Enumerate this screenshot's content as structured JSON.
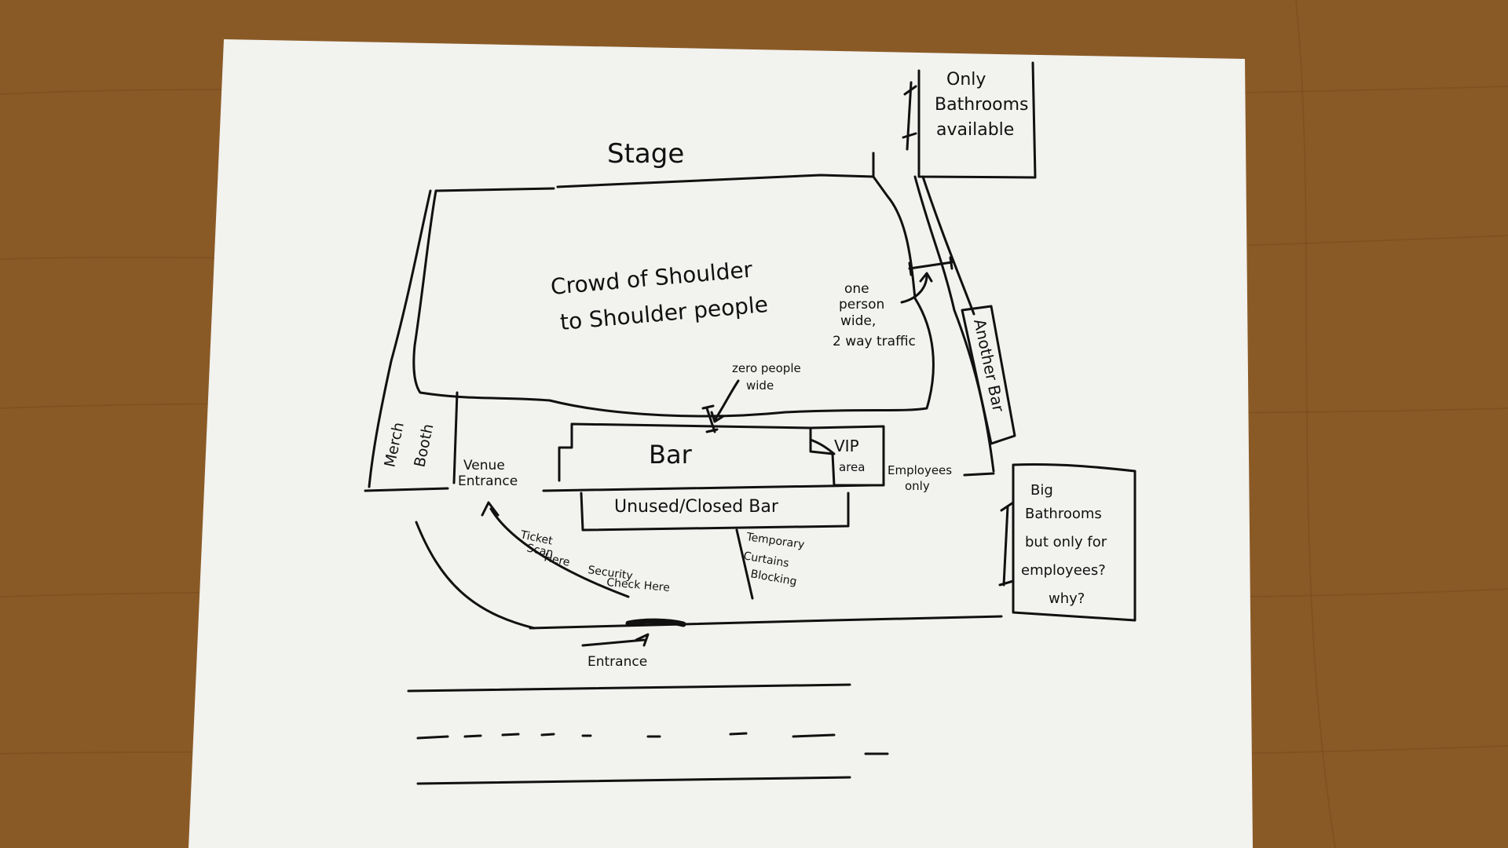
{
  "colors": {
    "table": "#8a5a26",
    "paper": "#f2f2ef",
    "ink": "#111111"
  },
  "labels": {
    "stage": "Stage",
    "only_bathrooms_1": "Only",
    "only_bathrooms_2": "Bathrooms",
    "only_bathrooms_3": "available",
    "crowd_1": "Crowd of Shoulder",
    "crowd_2": "to Shoulder people",
    "one_person_1": "one",
    "one_person_2": "person",
    "one_person_3": "wide,",
    "one_person_4": "2 way traffic",
    "another_bar": "Another Bar",
    "zero_people_1": "zero people",
    "zero_people_2": "wide",
    "merch_1": "Merch",
    "merch_2": "Booth",
    "bar": "Bar",
    "vip_1": "VIP",
    "vip_2": "area",
    "venue_entrance_1": "Venue",
    "venue_entrance_2": "Entrance",
    "employees_only_1": "Employees",
    "employees_only_2": "only",
    "unused_bar": "Unused/Closed Bar",
    "big_bath_1": "Big",
    "big_bath_2": "Bathrooms",
    "big_bath_3": "but only for",
    "big_bath_4": "employees?",
    "big_bath_5": "why?",
    "ticket_1": "Ticket",
    "ticket_2": "Scan",
    "ticket_3": "Here",
    "security_1": "Security",
    "security_2": "Check Here",
    "curtains_1": "Temporary",
    "curtains_2": "Curtains",
    "curtains_3": "Blocking",
    "entrance": "Entrance"
  }
}
